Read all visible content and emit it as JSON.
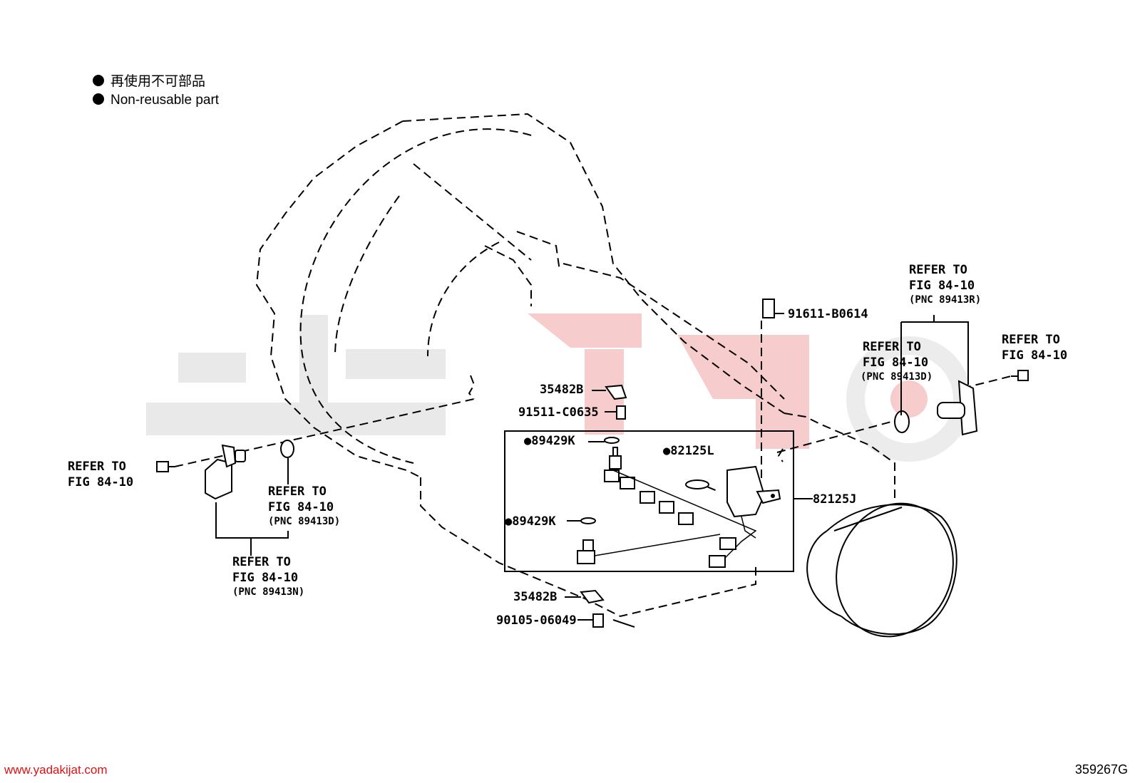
{
  "legend": {
    "line_jp": "再使用不可部品",
    "line_en": "Non-reusable part"
  },
  "labels": {
    "p91611": "91611-B0614",
    "p35482_top": "35482B",
    "p91511": "91511-C0635",
    "p89429_top": "●89429K",
    "p82125L": "●82125L",
    "p82125J": "82125J",
    "p89429_bot": "●89429K",
    "p35482_bot": "35482B",
    "p90105": "90105-06049"
  },
  "refs": {
    "left_bolt": {
      "l1": "REFER TO",
      "l2": "FIG 84-10"
    },
    "left_oring": {
      "l1": "REFER TO",
      "l2": "FIG 84-10",
      "l3": "(PNC 89413D)"
    },
    "left_sensor": {
      "l1": "REFER TO",
      "l2": "FIG 84-10",
      "l3": "(PNC 89413N)"
    },
    "right_sensor": {
      "l1": "REFER TO",
      "l2": "FIG 84-10",
      "l3": "(PNC 89413R)"
    },
    "right_oring": {
      "l1": "REFER TO",
      "l2": "FIG 84-10",
      "l3": "(PNC 89413D)"
    },
    "right_bolt": {
      "l1": "REFER TO",
      "l2": "FIG 84-10"
    }
  },
  "footer": {
    "url": "www.yadakijat.com",
    "code": "359267G"
  }
}
